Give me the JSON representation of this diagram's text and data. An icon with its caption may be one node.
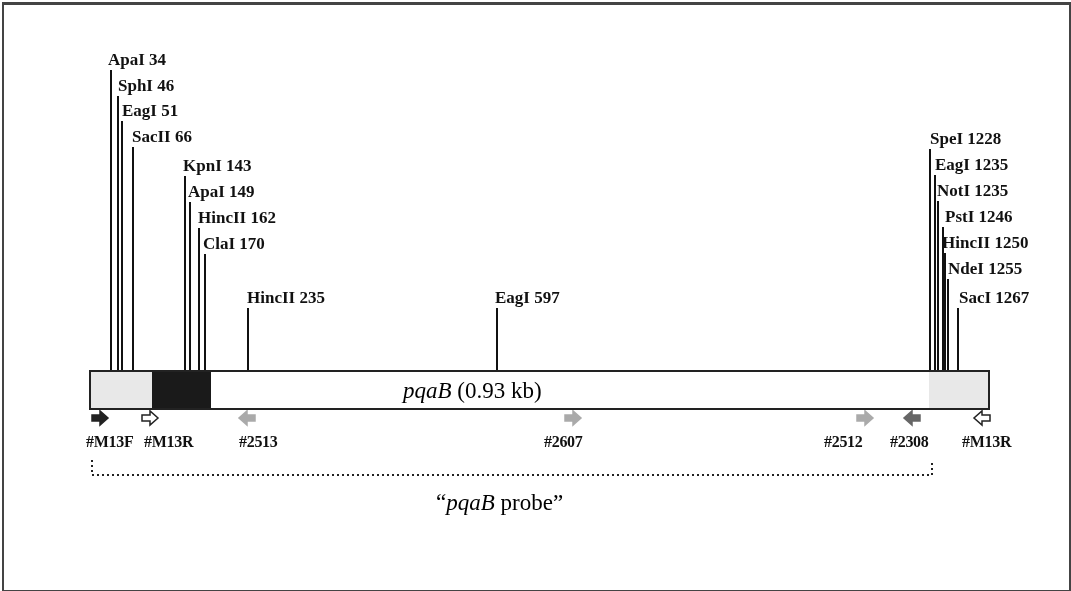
{
  "diagram": {
    "nodes": [
      {
        "text": [
          "ApaI 34"
        ]
      },
      {
        "text": [
          "SphI 46"
        ]
      },
      {
        "text": [
          "EagI 51"
        ]
      },
      {
        "text": [
          "SacII 66"
        ]
      },
      {
        "text": [
          "KpnI 143"
        ]
      },
      {
        "text": [
          "ApaI 149"
        ]
      },
      {
        "text": [
          "HincII 162"
        ]
      },
      {
        "text": [
          "ClaI 170"
        ]
      },
      {
        "text": [
          "HincII 235"
        ]
      },
      {
        "text": [
          "EagI 597"
        ]
      },
      {
        "text": [
          "SpeI 1228"
        ]
      },
      {
        "text": [
          "EagI 1235"
        ]
      },
      {
        "text": [
          "NotI 1235"
        ]
      },
      {
        "text": [
          "PstI 1246"
        ]
      },
      {
        "text": [
          "HincII 1250"
        ]
      },
      {
        "text": [
          "NdeI 1255"
        ]
      },
      {
        "text": [
          "SacI 1267"
        ]
      },
      {
        "text": [
          "*pqaB* (0.93 kb)"
        ]
      }
    ],
    "edges": [
      {
        "from": 0,
        "to": 17,
        "arrow": "none"
      },
      {
        "from": 1,
        "to": 17,
        "arrow": "none"
      },
      {
        "from": 2,
        "to": 17,
        "arrow": "none"
      },
      {
        "from": 3,
        "to": 17,
        "arrow": "none"
      },
      {
        "from": 4,
        "to": 17,
        "arrow": "none"
      },
      {
        "from": 5,
        "to": 17,
        "arrow": "none"
      },
      {
        "from": 6,
        "to": 17,
        "arrow": "none"
      },
      {
        "from": 7,
        "to": 17,
        "arrow": "none"
      },
      {
        "from": 8,
        "to": 17,
        "arrow": "none"
      },
      {
        "from": 9,
        "to": 17,
        "arrow": "none"
      },
      {
        "from": 10,
        "to": 17,
        "arrow": "none"
      },
      {
        "from": 11,
        "to": 17,
        "arrow": "none"
      },
      {
        "from": 12,
        "to": 17,
        "arrow": "none"
      },
      {
        "from": 13,
        "to": 17,
        "arrow": "none"
      },
      {
        "from": 14,
        "to": 17,
        "arrow": "none"
      },
      {
        "from": 15,
        "to": 17,
        "arrow": "none"
      },
      {
        "from": 16,
        "to": 17,
        "arrow": "none"
      }
    ],
    "labels": [
      "#M13F",
      "#M13R",
      "#2513",
      "#2607",
      "#2512",
      "#2308",
      "#M13R",
      "“*pqaB* probe”"
    ]
  }
}
